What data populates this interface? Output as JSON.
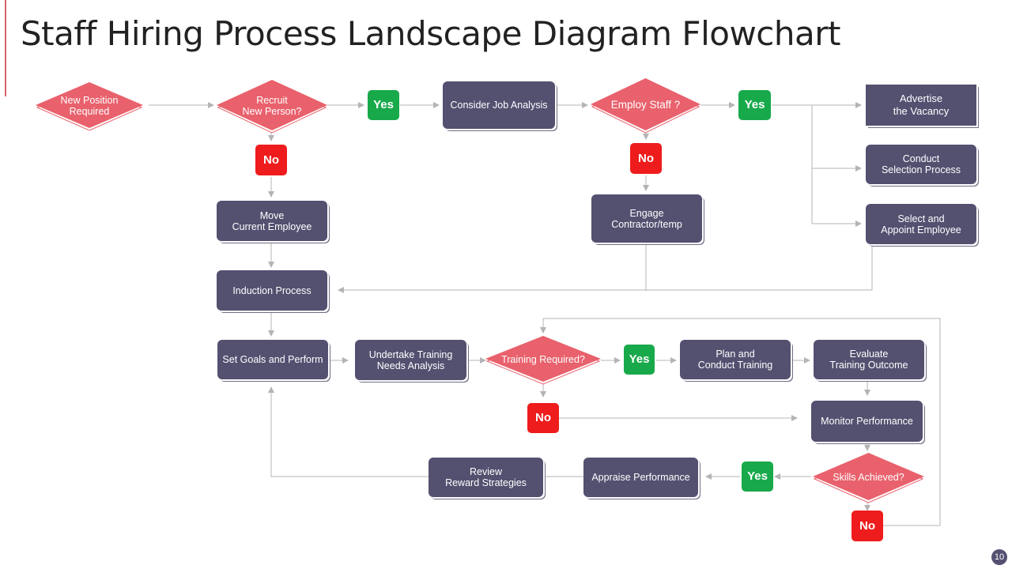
{
  "slide": {
    "title": "Staff Hiring Process Landscape Diagram Flowchart",
    "page_number": "10"
  },
  "colors": {
    "box": "#535070",
    "diamond": "#e8616c",
    "yes": "#18a94b",
    "no": "#ee1c1c",
    "connector": "#b4b4b4",
    "accent": "#d9646d"
  },
  "nodes": {
    "new_position": "New Position\nRequired",
    "recruit": "Recruit\nNew Person?",
    "yes_recruit": "Yes",
    "consider_job": "Consider Job Analysis",
    "employ_staff": "Employ Staff ?",
    "yes_employ": "Yes",
    "advertise": "Advertise\nthe Vacancy",
    "conduct_selection": "Conduct\nSelection Process",
    "select_appoint": "Select and\nAppoint Employee",
    "no_recruit": "No",
    "move_employee": "Move\nCurrent Employee",
    "no_employ": "No",
    "engage_contractor": "Engage\nContractor/temp",
    "induction": "Induction Process",
    "set_goals": "Set Goals and Perform",
    "training_needs": "Undertake Training\nNeeds Analysis",
    "training_required": "Training Required?",
    "yes_training": "Yes",
    "plan_training": "Plan and\nConduct Training",
    "evaluate_training": "Evaluate\nTraining Outcome",
    "no_training": "No",
    "monitor": "Monitor Performance",
    "skills_achieved": "Skills Achieved?",
    "yes_skills": "Yes",
    "appraise": "Appraise Performance",
    "review_reward": "Review\nReward Strategies",
    "no_skills": "No"
  }
}
